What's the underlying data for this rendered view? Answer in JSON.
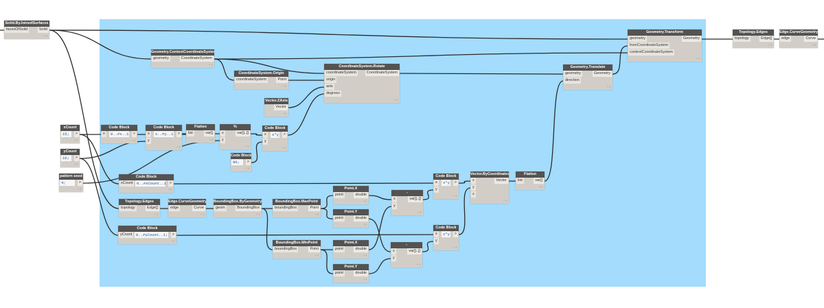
{
  "canvas": {
    "group_color": "#a3dcfd",
    "wire_color": "#2b2b2b"
  },
  "nodes": [
    {
      "title": "Solid.ByJoinedSurfaces",
      "inputs": [
        "facesOfSolid"
      ],
      "outputs": [
        "Solid"
      ]
    },
    {
      "title": "Geometry.ContextCoordinateSystem",
      "inputs": [
        "geometry"
      ],
      "outputs": [
        "CoordinateSystem"
      ]
    },
    {
      "title": "CoordinateSystem.Origin",
      "inputs": [
        "coordinateSystem"
      ],
      "outputs": [
        "Point"
      ]
    },
    {
      "title": "Vector.ZAxis",
      "inputs": [],
      "outputs": [
        "Vector"
      ]
    },
    {
      "title": "CoordinateSystem.Rotate",
      "inputs": [
        "coordinateSystem",
        "origin",
        "axis",
        "degrees"
      ],
      "outputs": [
        "CoordinateSystem"
      ]
    },
    {
      "title": "Geometry.Translate",
      "inputs": [
        "geometry",
        "direction"
      ],
      "outputs": [
        "Geometry"
      ]
    },
    {
      "title": "Geometry.Transform",
      "inputs": [
        "geometry",
        "fromCoordinateSystem",
        "contextCoordinateSystem"
      ],
      "outputs": [
        "Geometry"
      ]
    },
    {
      "title": "Topology.Edges",
      "inputs": [
        "topology"
      ],
      "outputs": [
        "Edge[]"
      ]
    },
    {
      "title": "Edge.CurveGeometry",
      "inputs": [
        "edge"
      ],
      "outputs": [
        "Curve"
      ]
    },
    {
      "title": "xCount",
      "code": "15;",
      "outputs": [
        ">"
      ]
    },
    {
      "title": "yCount",
      "code": "10;",
      "outputs": [
        ">"
      ]
    },
    {
      "title": "pattern seed",
      "code": "4;",
      "outputs": [
        ">"
      ]
    },
    {
      "title": "Code Block",
      "inputs": [
        "x"
      ],
      "code": "0..#x..1;",
      "outputs": [
        ">"
      ]
    },
    {
      "title": "Code Block",
      "inputs": [
        "x",
        "y"
      ],
      "code": "x..#y..1;",
      "outputs": [
        ">"
      ]
    },
    {
      "title": "Flatten",
      "inputs": [
        "list"
      ],
      "outputs": [
        "var[]"
      ]
    },
    {
      "title": "%",
      "inputs": [
        "x",
        "y"
      ],
      "outputs": [
        "var[]..[]"
      ]
    },
    {
      "title": "Code Block",
      "code": "90;",
      "outputs": [
        ">"
      ]
    },
    {
      "title": "Code Block",
      "inputs": [
        "x",
        "y"
      ],
      "code": "x*y;",
      "outputs": [
        ">"
      ]
    },
    {
      "title": "Code Block",
      "inputs": [
        "xCount"
      ],
      "code": "0..#xCount..1;",
      "outputs": [
        ">"
      ]
    },
    {
      "title": "Topology.Edges",
      "inputs": [
        "topology"
      ],
      "outputs": [
        "Edge[]"
      ]
    },
    {
      "title": "Edge.CurveGeometry",
      "inputs": [
        "edge"
      ],
      "outputs": [
        "Curve"
      ]
    },
    {
      "title": "BoundingBox.ByGeometry",
      "inputs": [
        "geom"
      ],
      "outputs": [
        "BoundingBox"
      ]
    },
    {
      "title": "BoundingBox.MaxPoint",
      "inputs": [
        "boundingBox"
      ],
      "outputs": [
        "Point"
      ]
    },
    {
      "title": "BoundingBox.MinPoint",
      "inputs": [
        "boundingBox"
      ],
      "outputs": [
        "Point"
      ]
    },
    {
      "title": "Point.X",
      "inputs": [
        "point"
      ],
      "outputs": [
        "double"
      ]
    },
    {
      "title": "Point.Y",
      "inputs": [
        "point"
      ],
      "outputs": [
        "double"
      ]
    },
    {
      "title": "Point.X",
      "inputs": [
        "point"
      ],
      "outputs": [
        "double"
      ]
    },
    {
      "title": "Point.Y",
      "inputs": [
        "point"
      ],
      "outputs": [
        "double"
      ]
    },
    {
      "title": "-",
      "inputs": [
        "x",
        "y"
      ],
      "outputs": [
        "var[]..[]"
      ]
    },
    {
      "title": "-",
      "inputs": [
        "x",
        "y"
      ],
      "outputs": [
        "var[]..[]"
      ]
    },
    {
      "title": "Code Block",
      "inputs": [
        "x",
        "y"
      ],
      "code": "x*y;",
      "outputs": [
        ">"
      ]
    },
    {
      "title": "Code Block",
      "inputs": [
        "x",
        "y"
      ],
      "code": "x*y;",
      "outputs": [
        ">"
      ]
    },
    {
      "title": "Vector.ByCoordinates",
      "inputs": [
        "x",
        "y",
        "z"
      ],
      "outputs": [
        "Vector"
      ]
    },
    {
      "title": "Flatten",
      "inputs": [
        "list"
      ],
      "outputs": [
        "var[]"
      ]
    },
    {
      "title": "Code Block",
      "inputs": [
        "yCount"
      ],
      "code": "0..#yCount..1;",
      "outputs": [
        ">"
      ]
    }
  ]
}
